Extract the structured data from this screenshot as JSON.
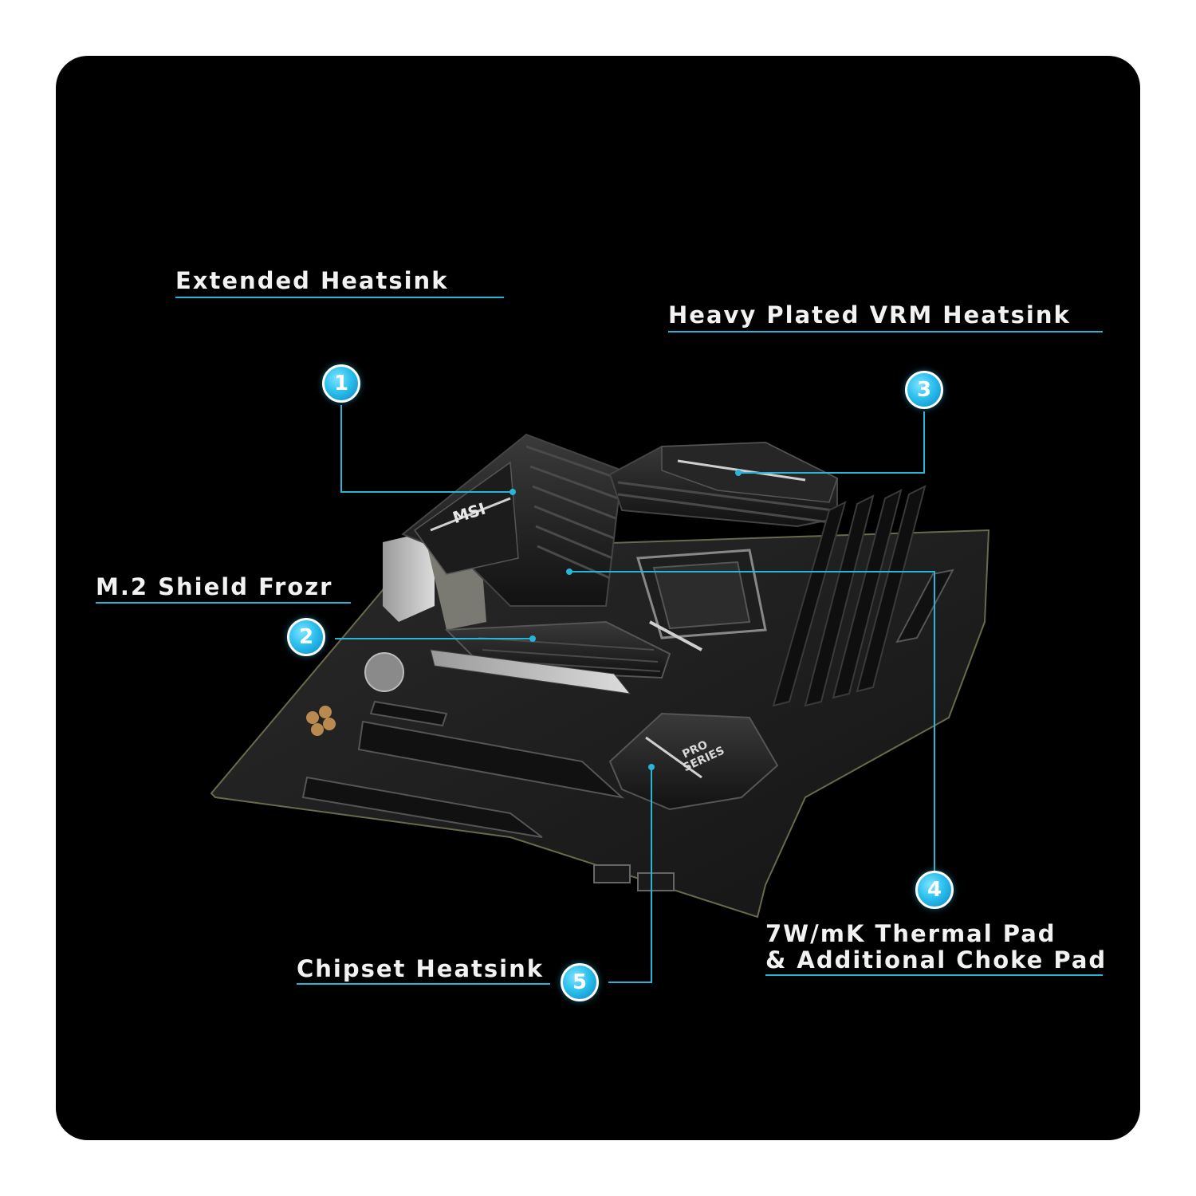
{
  "accent_color": "#27b6d8",
  "board_text": {
    "brand": "MSI",
    "series": [
      "PRO",
      "SERIES"
    ]
  },
  "callouts": [
    {
      "number": "1",
      "label": "Extended Heatsink"
    },
    {
      "number": "2",
      "label": "M.2 Shield Frozr"
    },
    {
      "number": "3",
      "label": "Heavy Plated VRM Heatsink"
    },
    {
      "number": "4",
      "label_line1": "7W/mK Thermal Pad",
      "label_line2": "& Additional Choke Pad"
    },
    {
      "number": "5",
      "label": "Chipset Heatsink"
    }
  ]
}
